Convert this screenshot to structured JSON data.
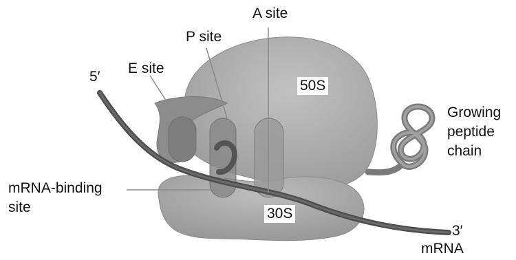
{
  "labels": {
    "a_site": "A site",
    "p_site": "P site",
    "e_site": "E site",
    "five_prime": "5′",
    "subunit_50s": "50S",
    "subunit_30s": "30S",
    "growing_peptide_line1": "Growing",
    "growing_peptide_line2": "peptide",
    "growing_peptide_line3": "chain",
    "mrna_binding_line1": "mRNA-binding",
    "mrna_binding_line2": "site",
    "three_prime": "3′",
    "mrna": "mRNA"
  },
  "colors": {
    "ribosome_fill": "#a9a9a9",
    "ribosome_shade": "#8f8f8f",
    "mrna_strand": "#555555",
    "site_fill": "#7c7c7c",
    "leader_line": "#8a8a8a"
  }
}
